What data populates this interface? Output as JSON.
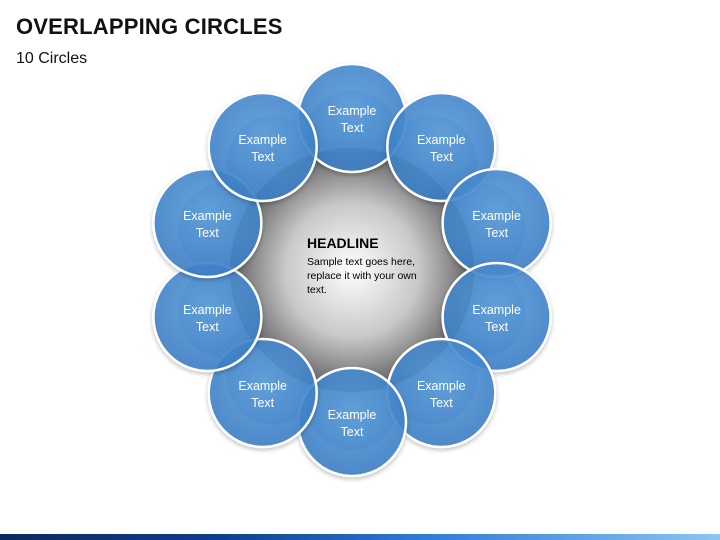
{
  "title": "OVERLAPPING CIRCLES",
  "subtitle": "10 Circles",
  "center": {
    "headline": "HEADLINE",
    "body": "Sample text goes here, replace it with your own text."
  },
  "circles": [
    {
      "line1": "Example",
      "line2": "Text"
    },
    {
      "line1": "Example",
      "line2": "Text"
    },
    {
      "line1": "Example",
      "line2": "Text"
    },
    {
      "line1": "Example",
      "line2": "Text"
    },
    {
      "line1": "Example",
      "line2": "Text"
    },
    {
      "line1": "Example",
      "line2": "Text"
    },
    {
      "line1": "Example",
      "line2": "Text"
    },
    {
      "line1": "Example",
      "line2": "Text"
    },
    {
      "line1": "Example",
      "line2": "Text"
    },
    {
      "line1": "Example",
      "line2": "Text"
    }
  ],
  "colors": {
    "circle_fill": "#4a8fd1",
    "circle_stroke": "#ffffff",
    "center_light": "#ffffff",
    "center_dark": "#5a5a5a",
    "overlap_dark": "#1c5aa6"
  }
}
